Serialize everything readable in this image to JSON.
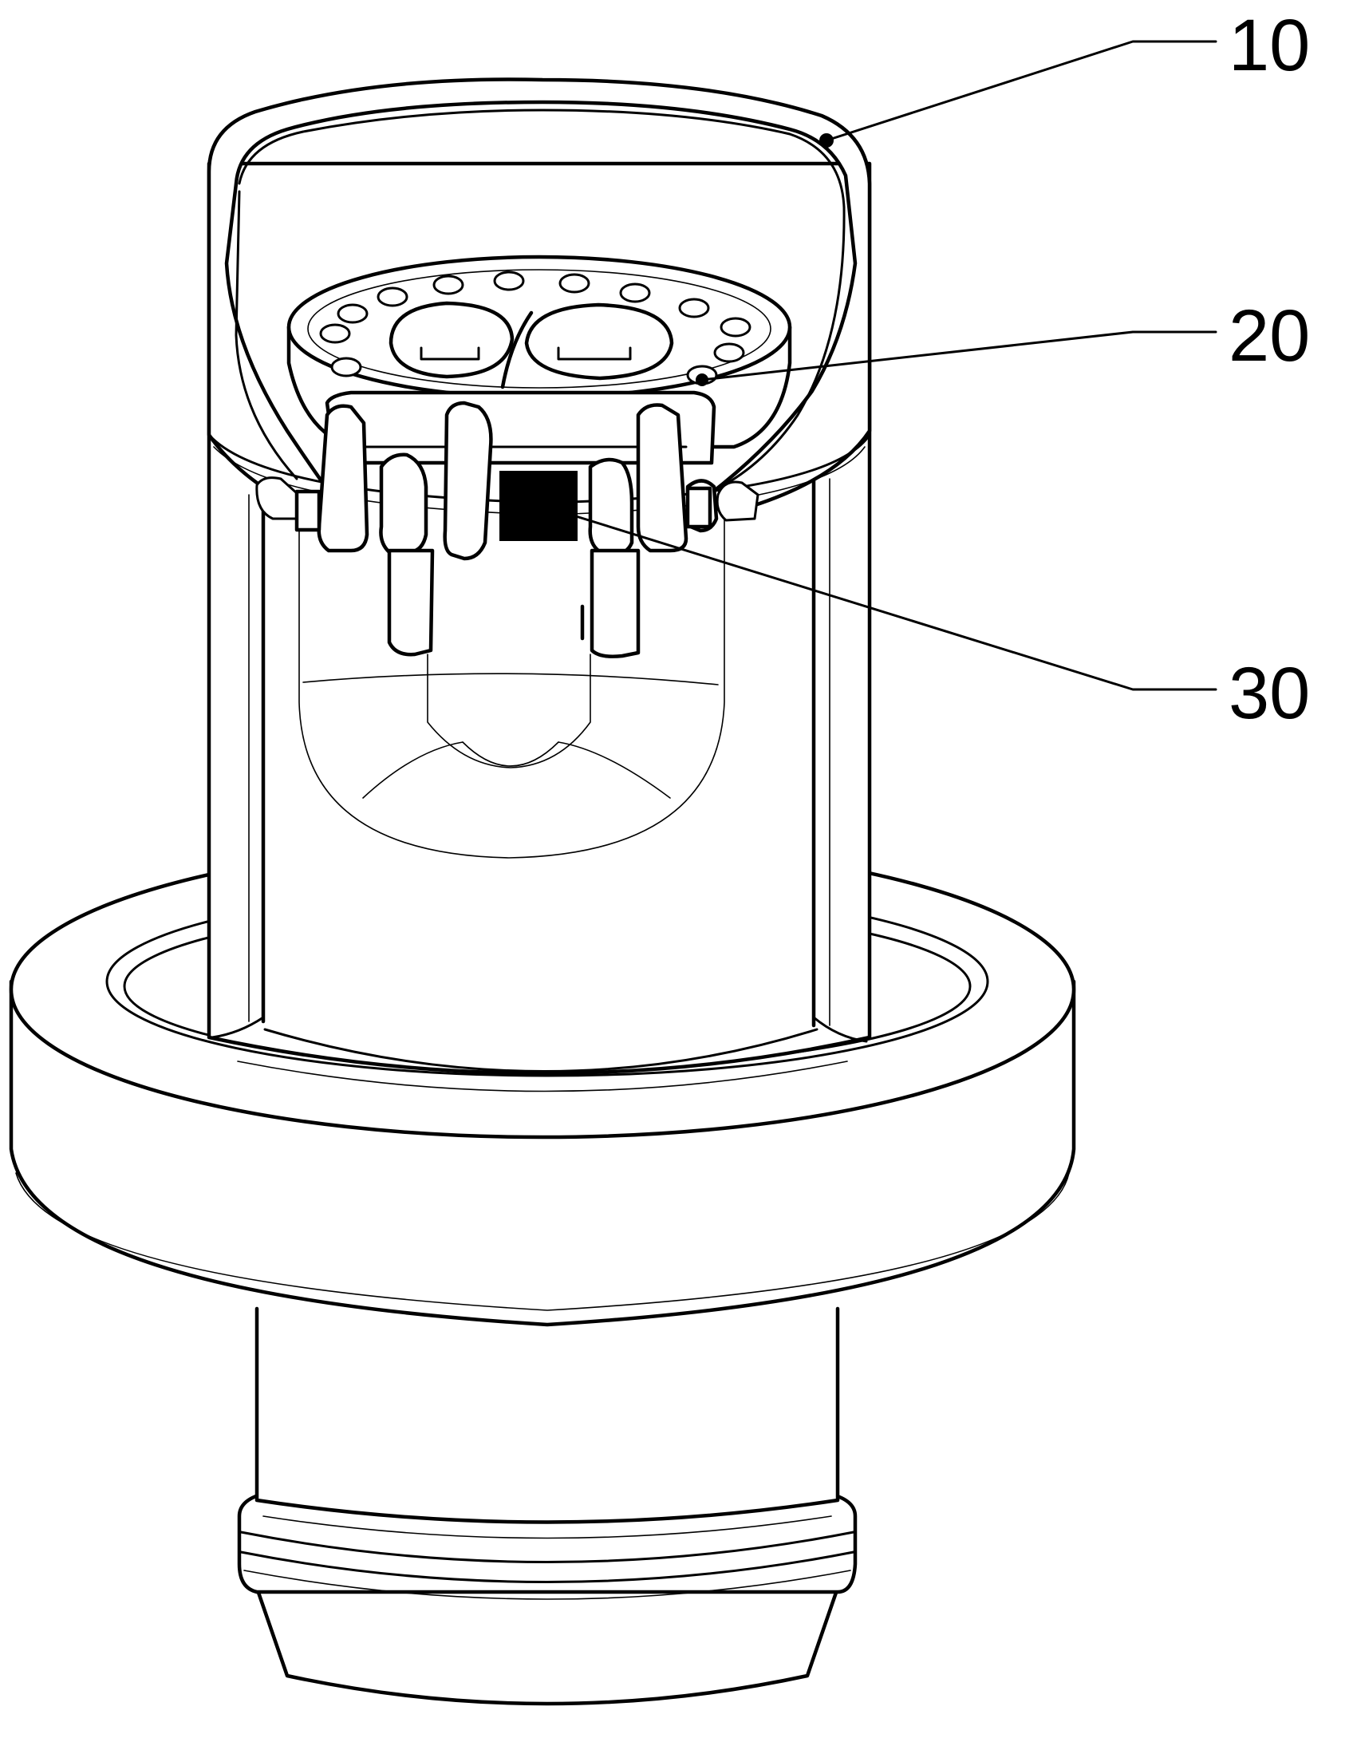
{
  "figure": {
    "colors": {
      "line": "#000000",
      "background": "#ffffff"
    },
    "reference_labels": [
      {
        "id": "ref-10",
        "text": "10"
      },
      {
        "id": "ref-20",
        "text": "20"
      },
      {
        "id": "ref-30",
        "text": "30"
      }
    ]
  }
}
